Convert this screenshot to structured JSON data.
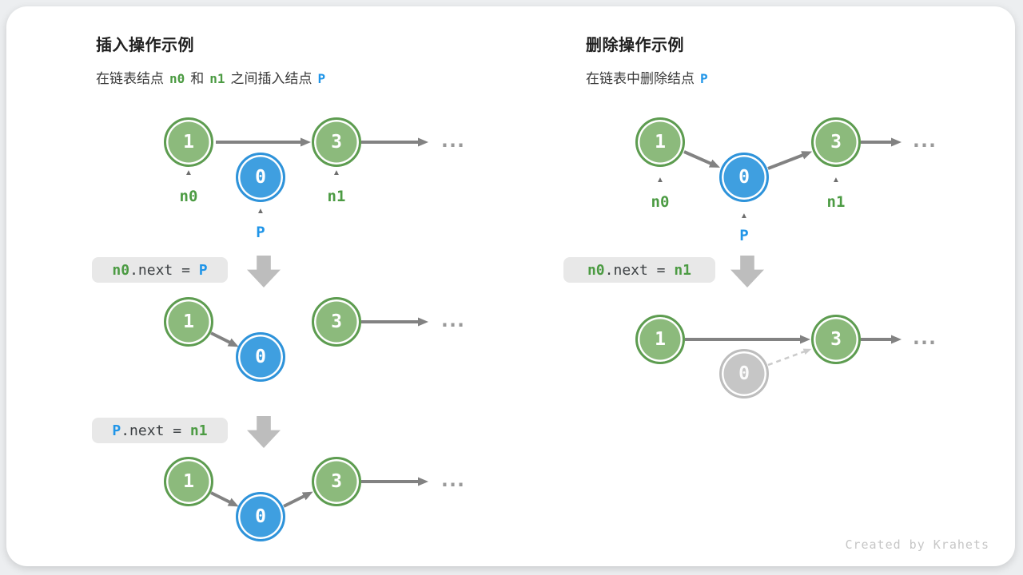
{
  "insert": {
    "title": "插入操作示例",
    "subtitle": {
      "t1": "在链表结点",
      "n0": "n0",
      "t2": "和",
      "n1": "n1",
      "t3": "之间插入结点",
      "p": "P"
    },
    "code1": {
      "a": "n0",
      "b": ".next = ",
      "c": "P"
    },
    "code2": {
      "a": "P",
      "b": ".next = ",
      "c": "n1"
    }
  },
  "delete": {
    "title": "删除操作示例",
    "subtitle": {
      "t1": "在链表中删除结点",
      "p": "P"
    },
    "code1": {
      "a": "n0",
      "b": ".next = ",
      "c": "n1"
    }
  },
  "nodes": {
    "one": "1",
    "three": "3",
    "zero": "0"
  },
  "labels": {
    "n0": "n0",
    "n1": "n1",
    "p": "P"
  },
  "ellipsis": "...",
  "icons": {
    "caret_up": "▲"
  },
  "watermark": "Created by Krahets",
  "colors": {
    "node_green_fill": "#8CBA7C",
    "node_green_border": "#5D9C50",
    "node_blue_fill": "#3F9FE0",
    "node_blue_border": "#2E93DA",
    "node_gray_fill": "#C6C6C6",
    "node_gray_border": "#BDBDBD",
    "arrow": "#828282",
    "dashed_arrow": "#CBCBCB",
    "green_text": "#4C9B43",
    "blue_text": "#2095E8",
    "code_box_bg": "#E8E8E8",
    "block_arrow": "#BDBDBD"
  }
}
